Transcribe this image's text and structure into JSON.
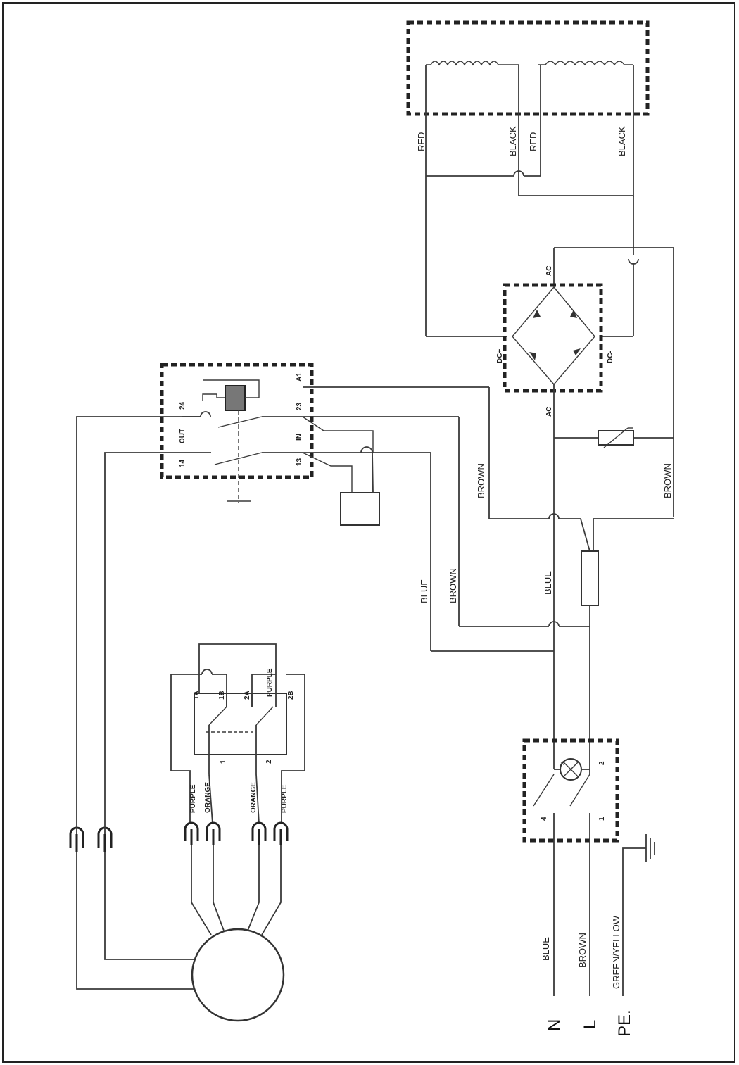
{
  "wire_labels": {
    "red_1": "RED",
    "black_1": "BLACK",
    "red_2": "RED",
    "black_2": "BLACK",
    "brown_relay": "BROWN",
    "brown_right": "BROWN",
    "blue_center": "BLUE",
    "blue_left": "BLUE",
    "brown_left": "BROWN",
    "blue_supply": "BLUE",
    "brown_supply": "BROWN",
    "green_yellow_supply": "GREEN/YELLOW",
    "purple_switch": "PURPLE",
    "purple_1": "PURPLE",
    "orange_1": "ORANGE",
    "orange_2": "ORANGE",
    "purple_2": "PURPLE"
  },
  "bridge_labels": {
    "ac_top": "AC",
    "ac_bottom": "AC",
    "dc_plus": "DC+",
    "dc_minus": "DC-"
  },
  "relay_labels": {
    "a1": "A1",
    "t23": "23",
    "t13": "13",
    "in": "IN",
    "t24": "24",
    "t14": "14",
    "out": "OUT"
  },
  "switch_labels": {
    "t1a": "1A",
    "t1b": "1B",
    "t2a": "2A",
    "t2b": "2B",
    "t1": "1",
    "t2": "2"
  },
  "main_switch_labels": {
    "t5": "5",
    "t2": "2",
    "t4": "4",
    "t1": "1"
  },
  "terminal_labels": {
    "n": "N",
    "l": "L",
    "pe": "PE."
  }
}
